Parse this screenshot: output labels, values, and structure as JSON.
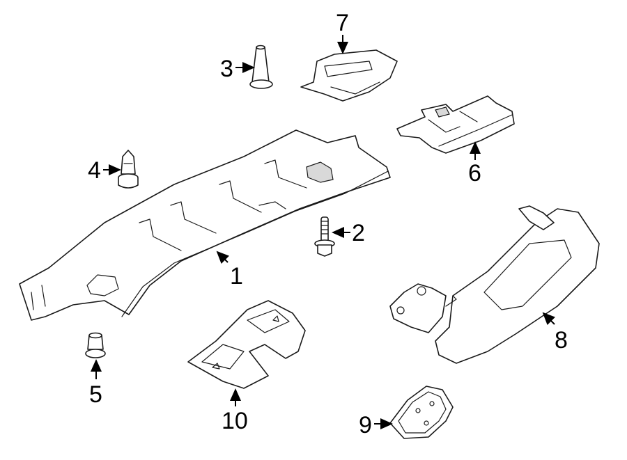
{
  "diagram": {
    "background": "#ffffff",
    "line_color": "#1a1a1a",
    "callouts": [
      {
        "id": "1",
        "label": "1"
      },
      {
        "id": "2",
        "label": "2"
      },
      {
        "id": "3",
        "label": "3"
      },
      {
        "id": "4",
        "label": "4"
      },
      {
        "id": "5",
        "label": "5"
      },
      {
        "id": "6",
        "label": "6"
      },
      {
        "id": "7",
        "label": "7"
      },
      {
        "id": "8",
        "label": "8"
      },
      {
        "id": "9",
        "label": "9"
      },
      {
        "id": "10",
        "label": "10"
      }
    ]
  }
}
